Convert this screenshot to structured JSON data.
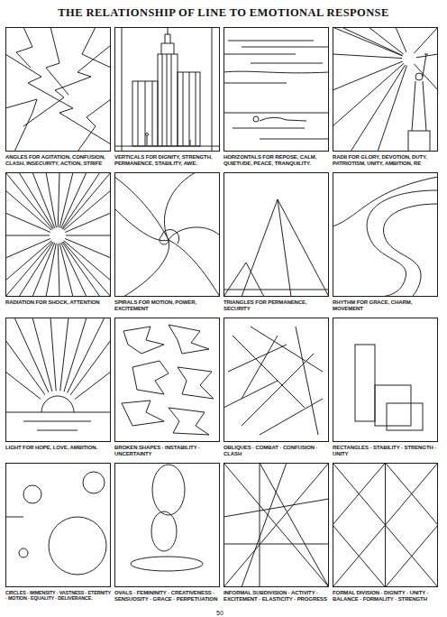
{
  "diagram": {
    "title": "THE RELATIONSHIP OF LINE TO EMOTIONAL RESPONSE",
    "nodes": [
      {
        "text": [
          "ANGLES FOR AGITATION, CONFUSION, CLASH, INSECURITY, ACTION, STRIFE"
        ]
      },
      {
        "text": [
          "VERTICALS FOR DIGNITY, STRENGTH, PERMANENCE, STABILITY, AWE."
        ]
      },
      {
        "text": [
          "HORIZONTALS FOR REPOSE, CALM, QUIETUDE, PEACE, TRANQUILITY."
        ]
      },
      {
        "text": [
          "RADII FOR GLORY, DEVOTION, DUTY, PATRIOTISM, UNITY, AMBITION, RE"
        ]
      },
      {
        "text": [
          "RADIATION FOR SHOCK, ATTENTION"
        ]
      },
      {
        "text": [
          "SPIRALS FOR MOTION, POWER, EXCITEMENT"
        ]
      },
      {
        "text": [
          "TRIANGLES FOR PERMANENCE, SECURITY"
        ]
      },
      {
        "text": [
          "RHYTHM FOR GRACE, CHARM, MOVEMENT"
        ]
      },
      {
        "text": [
          "LIGHT FOR HOPE, LOVE, AMBITION."
        ]
      },
      {
        "text": [
          "BROKEN SHAPES · INSTABILITY · UNCERTAINTY"
        ]
      },
      {
        "text": [
          "OBLIQUES · COMBAT · CONFUSION · CLASH"
        ]
      },
      {
        "text": [
          "RECTANGLES · STABILITY · STRENGTH · UNITY"
        ]
      },
      {
        "text": [
          "CIRCLES · IMMENSITY · VASTNESS · ETERNITY · MOTION · EQUALITY · DELIVERANCE."
        ]
      },
      {
        "text": [
          "OVALS · FEMININITY · CREATIVENESS · SENSUOSITY · GRACE · PERPETUATION"
        ]
      },
      {
        "text": [
          "INFORMAL SUBDIVISION · ACTIVITY · EXCITEMENT · ELASTICITY · PROGRESS"
        ]
      },
      {
        "text": [
          "FORMAL DIVISION · DIGNITY · UNITY · BALANCE · FORMALITY · STRENGTH"
        ]
      }
    ],
    "labels": [
      "50"
    ]
  }
}
